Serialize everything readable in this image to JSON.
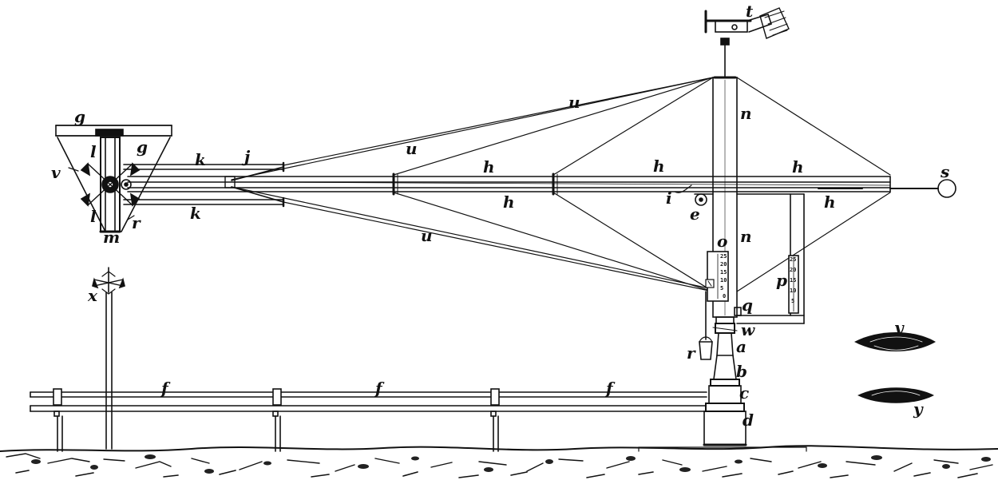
{
  "figure": {
    "colors": {
      "ink": "#111111",
      "paper": "#ffffff",
      "ground": "#2a2a2a"
    },
    "labels": {
      "t": "t",
      "u_top": "u",
      "u_mid": "u",
      "u_low": "u",
      "n_top": "n",
      "n_low": "n",
      "g_left": "g",
      "g_inner": "g",
      "l_top": "l",
      "l_bottom": "l",
      "v": "v",
      "r_arm": "r",
      "m": "m",
      "k_top": "k",
      "k_bottom": "k",
      "j": "j",
      "h1": "h",
      "h2": "h",
      "h3": "h",
      "h4": "h",
      "h5": "h",
      "i": "i",
      "e": "e",
      "s": "s",
      "o": "o",
      "p": "p",
      "q": "q",
      "w": "w",
      "a": "a",
      "r_bucket": "r",
      "b": "b",
      "c": "c",
      "d": "d",
      "x": "x",
      "f1": "f",
      "f2": "f",
      "f3": "f",
      "y_top": "y",
      "y_bottom": "y"
    },
    "scale_o": [
      "25",
      "20",
      "15",
      "10",
      "5",
      "0"
    ],
    "scale_p": [
      "25",
      "20",
      "15",
      "10",
      "5"
    ]
  }
}
